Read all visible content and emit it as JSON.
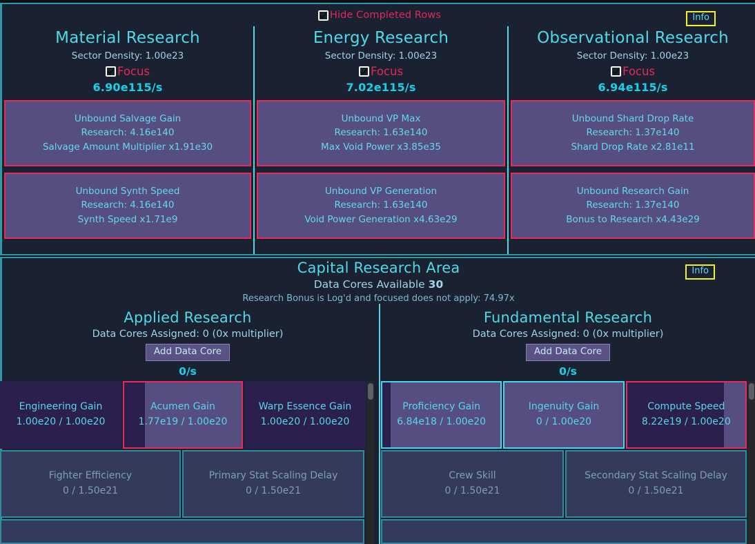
{
  "theme": {
    "bg": "#0d1117",
    "panel_bg": "#1a2232",
    "accent_cyan": "#4fd9e8",
    "accent_crimson": "#e82a5c",
    "accent_yellow": "#f2f227",
    "card_purple": "#564e80",
    "card_purple_dark": "#2b1f4d",
    "locked_bg": "#333a5c"
  },
  "top": {
    "hide_completed_label": "Hide Completed Rows",
    "hide_completed_checked": true,
    "info_label": "Info",
    "columns": [
      {
        "title": "Material Research",
        "sector_density": "Sector Density: 1.00e23",
        "focus_label": "Focus",
        "focus_checked": true,
        "rate": "6.90e115/s",
        "cards": [
          {
            "name": "Unbound Salvage Gain",
            "research": "Research: 4.16e140",
            "effect": "Salvage Amount Multiplier x1.91e30"
          },
          {
            "name": "Unbound Synth Speed",
            "research": "Research: 4.16e140",
            "effect": "Synth Speed x1.71e9"
          }
        ]
      },
      {
        "title": "Energy Research",
        "sector_density": "Sector Density: 1.00e23",
        "focus_label": "Focus",
        "focus_checked": true,
        "rate": "7.02e115/s",
        "cards": [
          {
            "name": "Unbound VP Max",
            "research": "Research: 1.63e140",
            "effect": "Max Void Power x3.85e35"
          },
          {
            "name": "Unbound VP Generation",
            "research": "Research: 1.63e140",
            "effect": "Void Power Generation x4.63e29"
          }
        ]
      },
      {
        "title": "Observational Research",
        "sector_density": "Sector Density: 1.00e23",
        "focus_label": "Focus",
        "focus_checked": true,
        "rate": "6.94e115/s",
        "cards": [
          {
            "name": "Unbound Shard Drop Rate",
            "research": "Research: 1.37e140",
            "effect": "Shard Drop Rate x2.81e11"
          },
          {
            "name": "Unbound Research Gain",
            "research": "Research: 1.37e140",
            "effect": "Bonus to Research x4.43e29"
          }
        ]
      }
    ]
  },
  "capital": {
    "title": "Capital Research Area",
    "cores_label": "Data Cores Available",
    "cores_value": "30",
    "bonus_text": "Research Bonus is Log'd and focused does not apply: 74.97x",
    "info_label": "Info",
    "applied": {
      "title": "Applied Research",
      "assigned": "Data Cores Assigned: 0 (0x multiplier)",
      "add_button": "Add Data Core",
      "rate": "0/s",
      "cells": [
        {
          "name": "Engineering Gain",
          "value": "1.00e20 / 1.00e20",
          "progress": 100,
          "border": "none",
          "locked": false
        },
        {
          "name": "Acumen Gain",
          "value": "1.77e19 / 1.00e20",
          "progress": 17.7,
          "border": "crimson",
          "locked": false
        },
        {
          "name": "Warp Essence Gain",
          "value": "1.00e20 / 1.00e20",
          "progress": 100,
          "border": "none",
          "locked": false
        },
        {
          "name": "Fighter Efficiency",
          "value": "0 / 1.50e21",
          "progress": 0,
          "border": "teal",
          "locked": true
        },
        {
          "name": "Primary Stat Scaling Delay",
          "value": "0 / 1.50e21",
          "progress": 0,
          "border": "teal",
          "locked": true
        }
      ]
    },
    "fundamental": {
      "title": "Fundamental Research",
      "assigned": "Data Cores Assigned: 0 (0x multiplier)",
      "add_button": "Add Data Core",
      "rate": "0/s",
      "cells": [
        {
          "name": "Proficiency Gain",
          "value": "6.84e18 / 1.00e20",
          "progress": 6.84,
          "border": "cyan",
          "locked": false
        },
        {
          "name": "Ingenuity Gain",
          "value": "0 / 1.00e20",
          "progress": 0,
          "border": "cyan",
          "locked": false
        },
        {
          "name": "Compute Speed",
          "value": "8.22e19 / 1.00e20",
          "progress": 82.2,
          "border": "crimson",
          "locked": false
        },
        {
          "name": "Crew Skill",
          "value": "0 / 1.50e21",
          "progress": 0,
          "border": "teal",
          "locked": true
        },
        {
          "name": "Secondary Stat Scaling Delay",
          "value": "0 / 1.50e21",
          "progress": 0,
          "border": "teal",
          "locked": true
        }
      ]
    }
  }
}
